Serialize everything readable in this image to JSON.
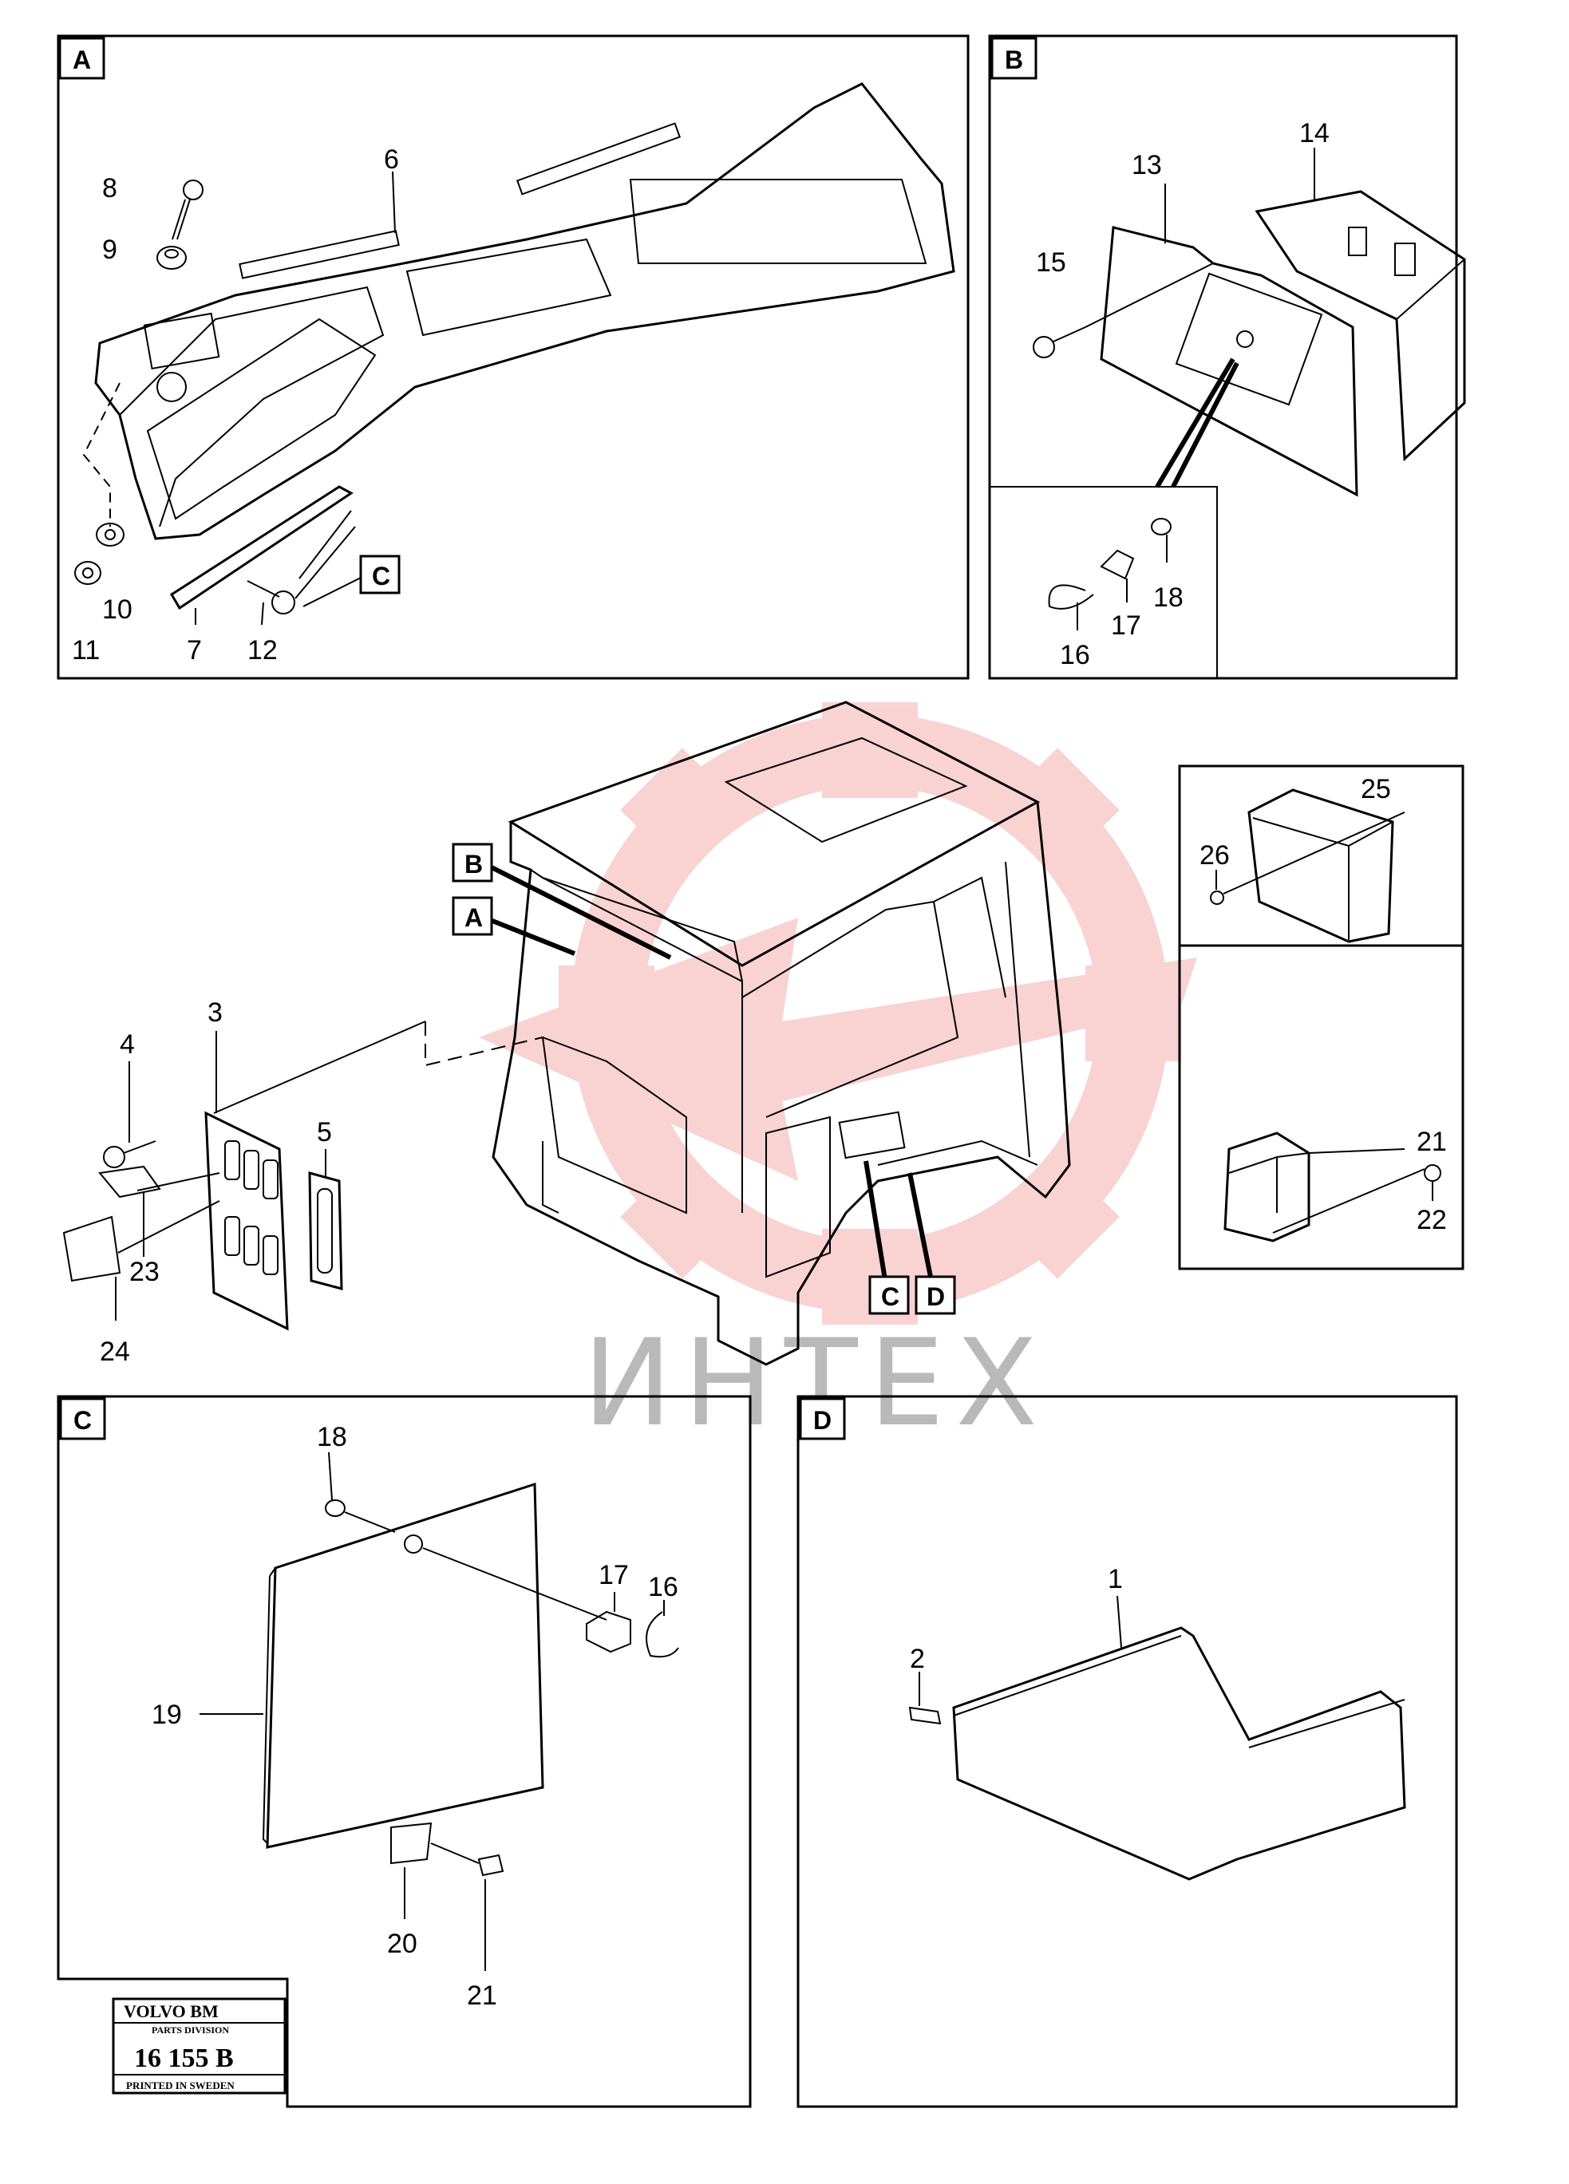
{
  "watermark": {
    "text": "ИНТЕХ",
    "color": "#f08080"
  },
  "panels": {
    "A": {
      "tag": "A",
      "labels": [
        "8",
        "9",
        "6",
        "10",
        "11",
        "7",
        "12"
      ],
      "ref": "C"
    },
    "B": {
      "tag": "B",
      "labels": [
        "14",
        "13",
        "15",
        "16",
        "17",
        "18"
      ]
    },
    "C": {
      "tag": "C",
      "labels": [
        "18",
        "17",
        "16",
        "19",
        "20",
        "21"
      ]
    },
    "D": {
      "tag": "D",
      "labels": [
        "1",
        "2"
      ]
    },
    "E": {
      "labels": [
        "25",
        "26"
      ]
    },
    "F": {
      "labels": [
        "21",
        "22"
      ]
    }
  },
  "main": {
    "tags": [
      "B",
      "A",
      "C",
      "D"
    ],
    "labels": [
      "3",
      "4",
      "5",
      "23",
      "24"
    ]
  },
  "stamp": {
    "brand": "VOLVO BM",
    "division": "PARTS DIVISION",
    "number": "16 155 B",
    "printed": "PRINTED IN SWEDEN"
  }
}
